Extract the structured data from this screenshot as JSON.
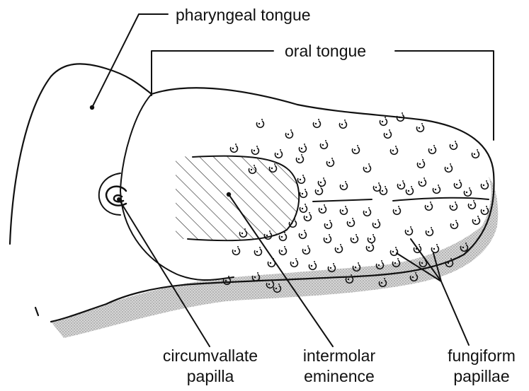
{
  "labels": {
    "pharyngeal_tongue": "pharyngeal tongue",
    "oral_tongue": "oral tongue",
    "circumvallate_line1": "circumvallate",
    "circumvallate_line2": "papilla",
    "intermolar_line1": "intermolar",
    "intermolar_line2": "eminence",
    "fungiform_line1": "fungiform",
    "fungiform_line2": "papillae"
  },
  "colors": {
    "ink": "#111111",
    "shadow": "#c4c4c4"
  }
}
